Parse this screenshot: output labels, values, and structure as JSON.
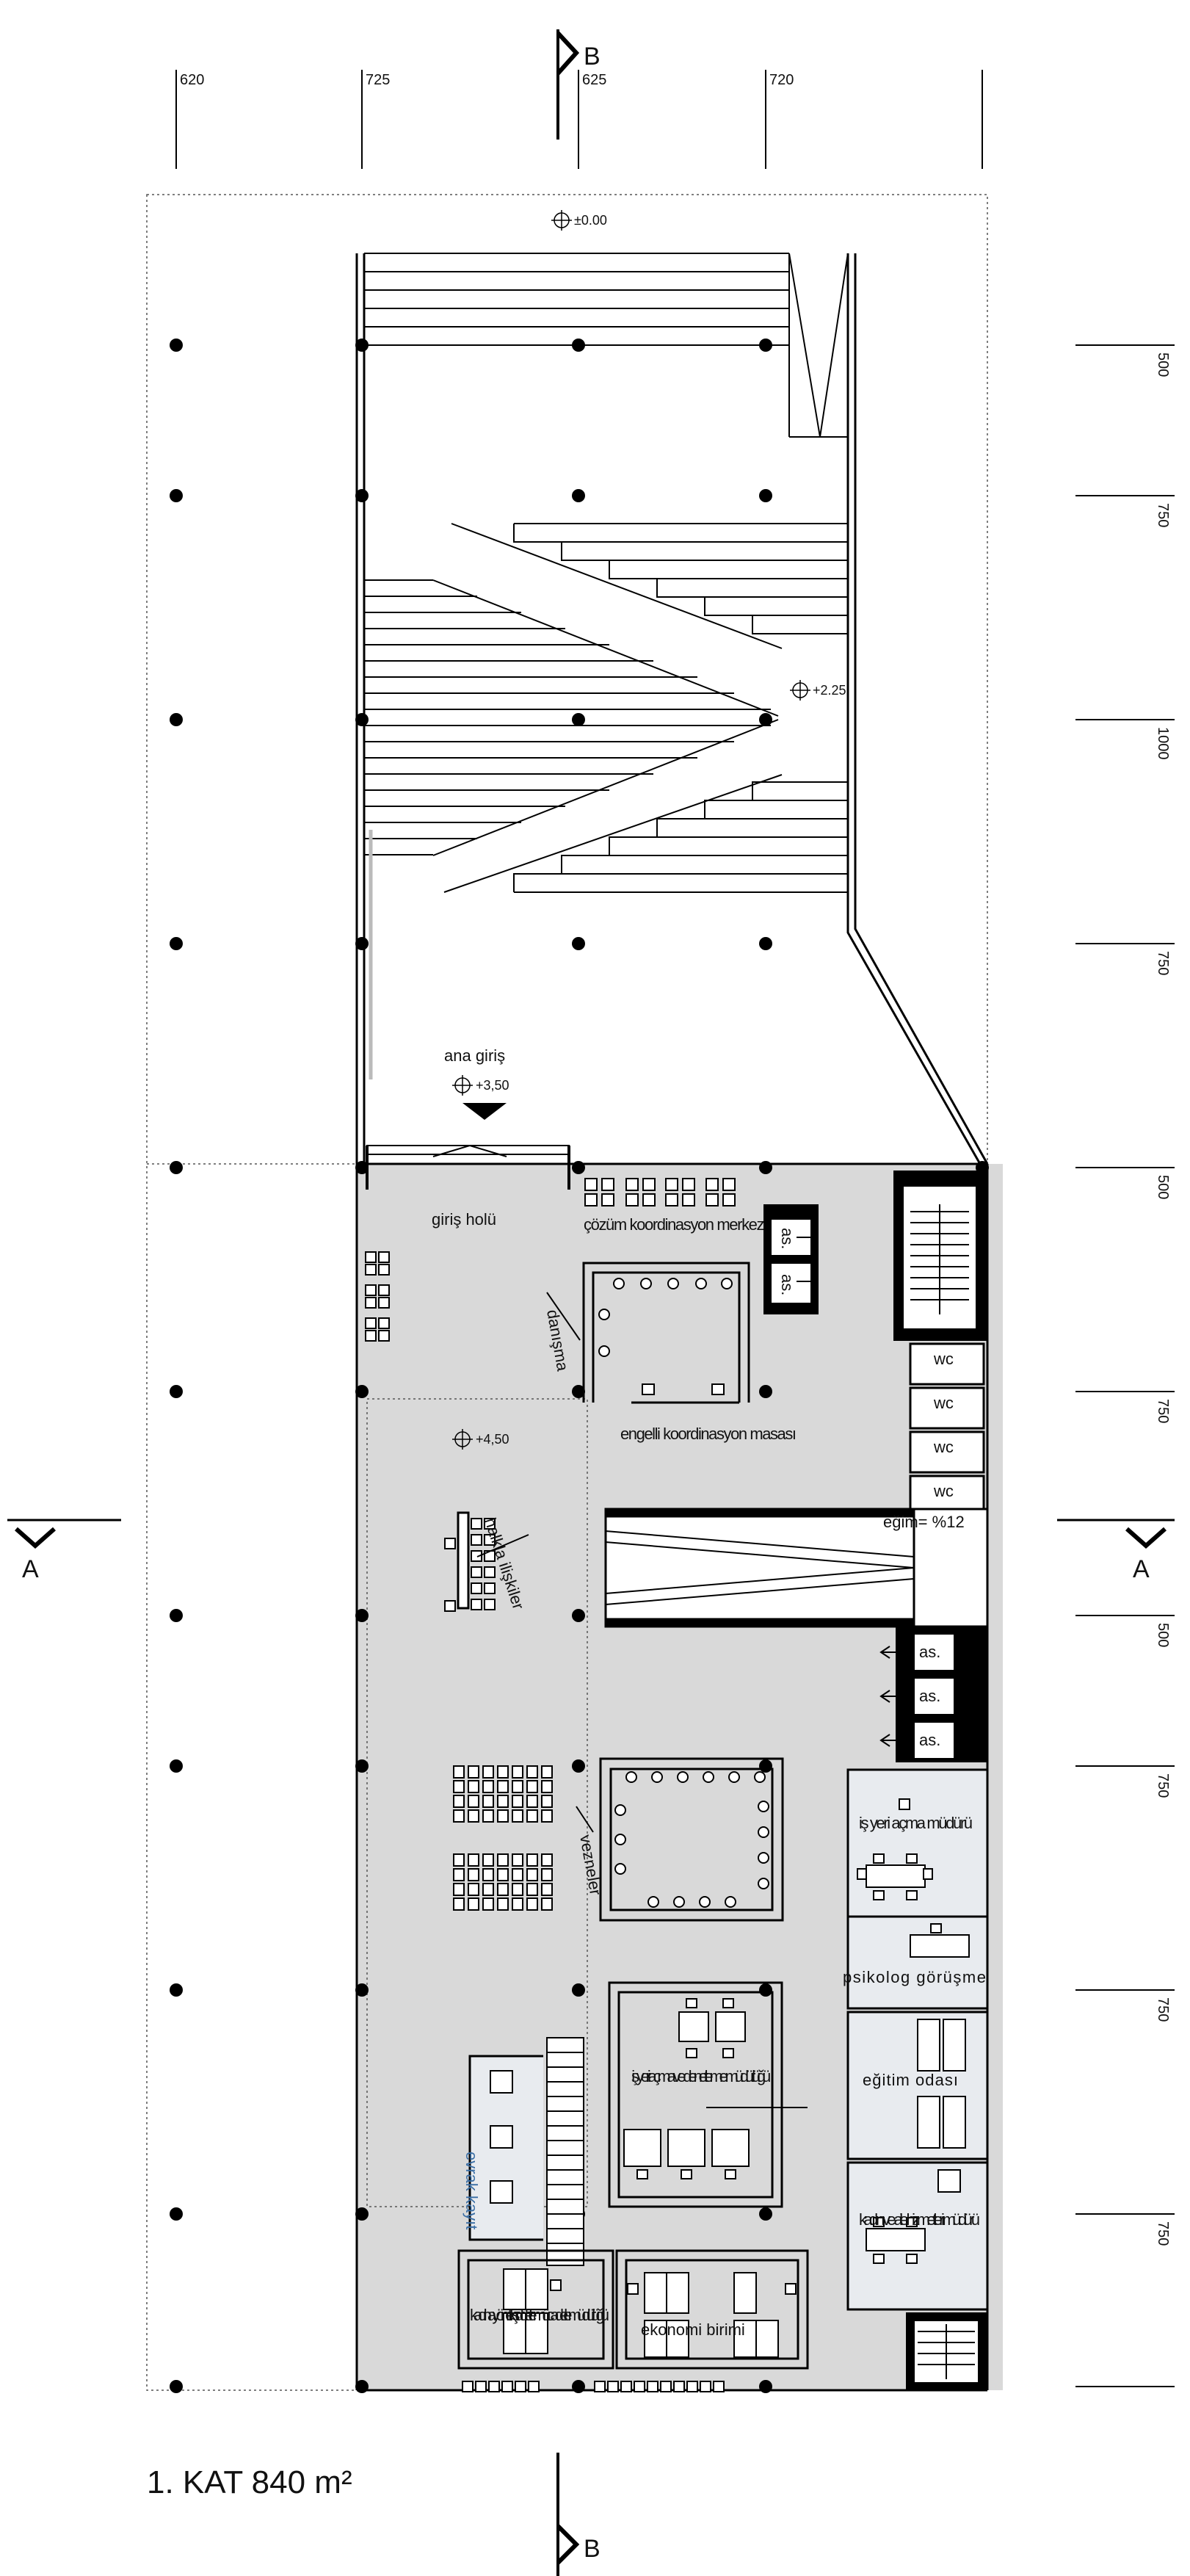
{
  "plan": {
    "title": "1. KAT 840 m²",
    "section_b": "B",
    "section_a": "A",
    "top_dims": [
      "620",
      "725",
      "625",
      "720"
    ],
    "right_dims": [
      "500",
      "750",
      "1000",
      "750",
      "500",
      "750",
      "500",
      "750",
      "750",
      "750"
    ],
    "levels": {
      "ground": "±0.00",
      "mid": "+2.25",
      "entry": "+3,50",
      "floor": "+4,50"
    },
    "labels": {
      "ana_giris": "ana giriş",
      "giris_holu": "giriş holü",
      "cozum": "çözüm koordinasyon merkezi",
      "danisma": "danışma",
      "engelli": "engelli koordinasyon masası",
      "halkla": "halkla ilişkiler",
      "egim": "eğim= %12",
      "as": "as.",
      "wc": "wc",
      "vezneler": "vezneler",
      "isyeri_mudur": "iş yeri açma müdürü",
      "psikolog": "psikolog görüşme",
      "egitim": "eğitim odası",
      "kadin_aile": "kadın ve aile hizmetleri müdürü",
      "isyeri_denetleme": "iş yeri açma ve denetleme müdürlüğü",
      "evrak": "evrak kayıt",
      "siddet": "kadına yönelik şiddetle mücadele müdürlüğü",
      "ekonomi": "ekonomi birimi"
    }
  }
}
